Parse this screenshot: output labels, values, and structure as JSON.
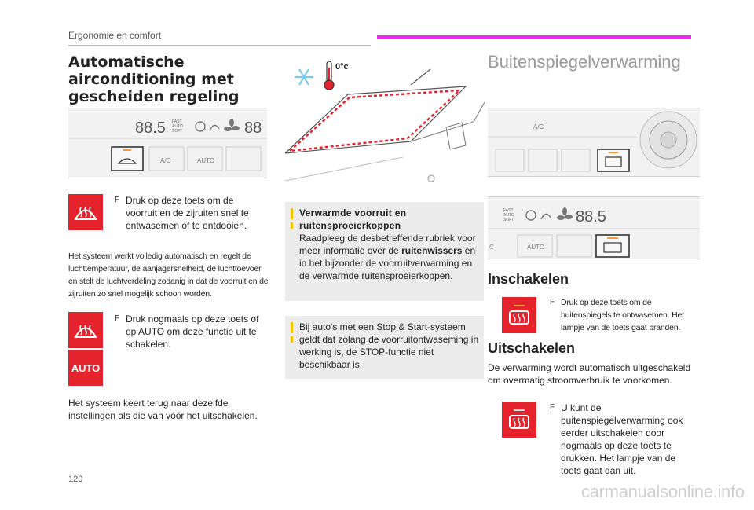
{
  "header": {
    "section": "Ergonomie en comfort"
  },
  "left": {
    "title": "Automatische airconditioning met gescheiden regeling",
    "panel": {
      "ac": "A/C",
      "auto": "AUTO",
      "digits_left": "88.5",
      "digits_right": "88",
      "fast": "FAST",
      "auto_small": "AUTO",
      "soft": "SOFT"
    },
    "step1": {
      "bullet": "F",
      "text": "Druk op deze toets om de voorruit en de zijruiten snel te ontwasemen of te ontdooien."
    },
    "system_note": "Het systeem werkt volledig automatisch en regelt de luchttemperatuur, de aanjagersnelheid, de luchttoevoer en stelt de luchtverdeling zodanig in dat de voorruit en de zijruiten zo snel mogelijk schoon worden.",
    "step2": {
      "bullet": "F",
      "text": "Druk nogmaals op deze toets of op AUTO om deze functie uit te schakelen."
    },
    "auto_icon_label": "AUTO",
    "footer": "Het systeem keert terug naar dezelfde instellingen als die van vóór het uitschakelen."
  },
  "middle": {
    "temp_label": "0°c",
    "note1": {
      "title": "Verwarmde voorruit en ruitensproeierkoppen",
      "text_before": "Raadpleeg de desbetreffende rubriek voor meer informatie over de ",
      "text_bold": "ruitenwissers",
      "text_after": " en in het bijzonder de voorruitverwarming en de verwarmde ruitensproeierkoppen."
    },
    "note2": {
      "text": "Bij auto's met een Stop & Start-systeem geldt dat zolang de voorruitontwaseming in werking is, de STOP-functie niet beschikbaar is."
    }
  },
  "right": {
    "title": "Buitenspiegelverwarming",
    "panel1": {
      "ac": "A/C"
    },
    "panel2": {
      "fast": "FAST",
      "auto_small": "AUTO",
      "soft": "SOFT",
      "digits": "88.5",
      "auto": "AUTO",
      "c_left": "C"
    },
    "on": {
      "heading": "Inschakelen",
      "bullet": "F",
      "text": "Druk op deze toets om de buitenspiegels te ontwasemen. Het lampje van de toets gaat branden."
    },
    "off": {
      "heading": "Uitschakelen",
      "intro": "De verwarming wordt automatisch uitgeschakeld om overmatig stroomverbruik te voorkomen.",
      "bullet": "F",
      "text": "U kunt de buitenspiegelverwarming ook eerder uitschakelen door nogmaals op deze toets te drukken. Het lampje van de toets gaat dan uit."
    }
  },
  "page_number": "120",
  "watermark": "carmanualsonline.info",
  "colors": {
    "accent_red": "#e4232c",
    "accent_pink": "#e62ce8",
    "info_yellow": "#f5c400",
    "led_orange": "#f59a3a"
  }
}
